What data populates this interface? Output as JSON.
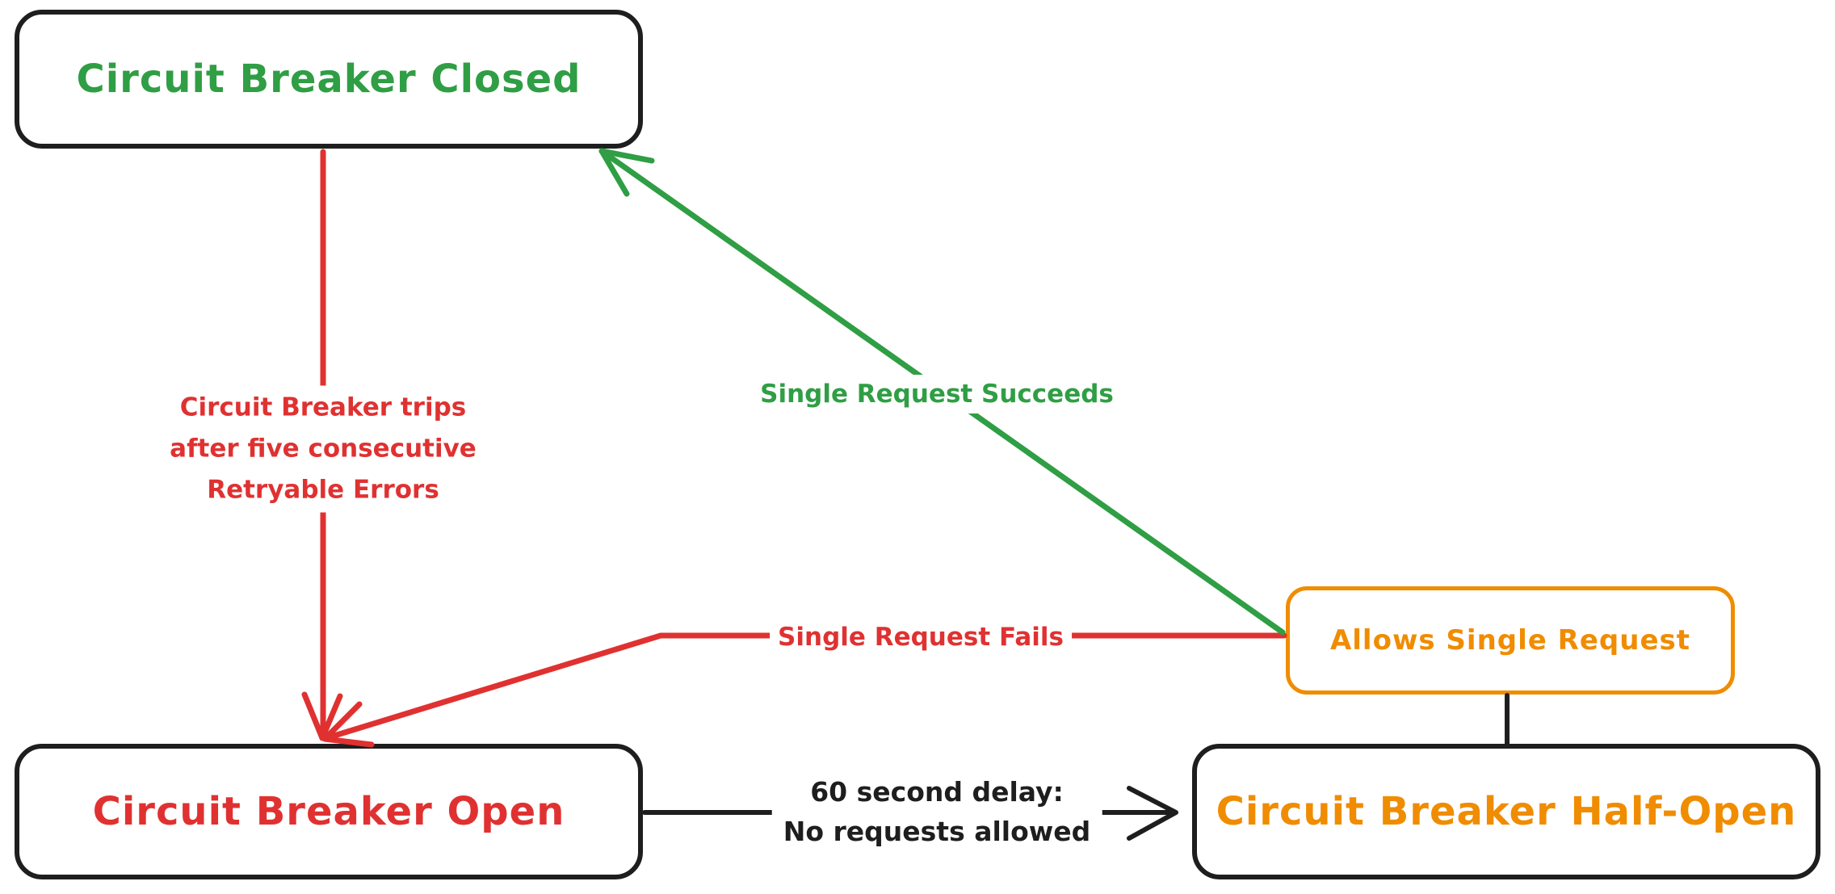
{
  "diagram": {
    "type": "state-diagram",
    "topic": "Circuit Breaker states",
    "background": "#ffffff",
    "palette": {
      "green": "#2f9e44",
      "red": "#e03131",
      "orange": "#f08c00",
      "ink": "#1e1e1e"
    },
    "nodes": {
      "closed": {
        "label": "Circuit Breaker Closed",
        "text_color": "#2f9e44",
        "border_color": "#1e1e1e"
      },
      "open": {
        "label": "Circuit Breaker Open",
        "text_color": "#e03131",
        "border_color": "#1e1e1e"
      },
      "half_open": {
        "label": "Circuit Breaker Half-Open",
        "text_color": "#f08c00",
        "border_color": "#1e1e1e"
      },
      "allows": {
        "label": "Allows Single Request",
        "text_color": "#f08c00",
        "border_color": "#f08c00"
      }
    },
    "edges": {
      "trips": {
        "from": "closed",
        "to": "open",
        "color": "#e03131",
        "lines": [
          "Circuit Breaker trips",
          "after five consecutive",
          "Retryable Errors"
        ]
      },
      "succeeds": {
        "from": "allows",
        "to": "closed",
        "color": "#2f9e44",
        "label": "Single Request Succeeds"
      },
      "fails": {
        "from": "allows",
        "to": "open",
        "color": "#e03131",
        "label": "Single Request Fails"
      },
      "delay": {
        "from": "open",
        "to": "half_open",
        "color": "#1e1e1e",
        "lines": [
          "60 second delay:",
          "No requests allowed"
        ]
      },
      "link": {
        "from": "half_open",
        "to": "allows",
        "color": "#1e1e1e"
      }
    }
  }
}
